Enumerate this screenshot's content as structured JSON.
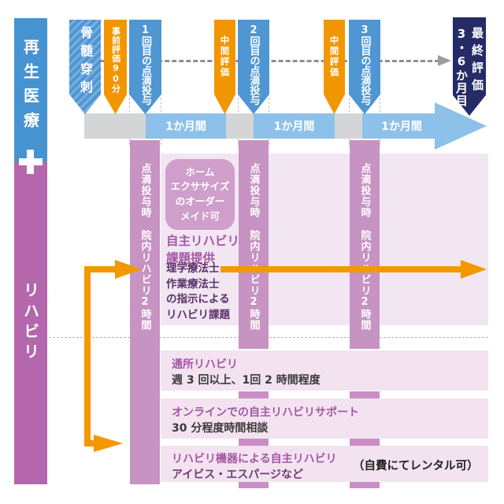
{
  "colors": {
    "banner_blue": "#4f96d3",
    "banner_orange": "#f29600",
    "banner_navy": "#232c66",
    "sidebar_blue": "#4693d1",
    "sidebar_magenta": "#b467ad",
    "timeline_blue": "#8dc1e9",
    "timeline_gray": "#d3d5d7",
    "column_mauve": "#c793c3",
    "panel_pink": "#f2e6f3",
    "accent_orange_arrow": "#f39800",
    "title_purple": "#a457a4",
    "dark_purple": "#5a3168"
  },
  "sidebar": {
    "top_label": "再生医療",
    "bottom_label": "リハビリ"
  },
  "milestones": [
    {
      "name": "bone-marrow-puncture",
      "label": "骨髄穿刺"
    },
    {
      "name": "pre-evaluation",
      "label": "事前評価90分"
    },
    {
      "name": "infusion-1",
      "label": "1回目の点滴投与"
    },
    {
      "name": "interim-evaluation-1",
      "label": "中間評価"
    },
    {
      "name": "infusion-2",
      "label": "2回目の点滴投与"
    },
    {
      "name": "interim-evaluation-2",
      "label": "中間評価"
    },
    {
      "name": "infusion-3",
      "label": "3回目の点滴投与"
    }
  ],
  "final_evaluation": {
    "line1": "最終評価",
    "line2": "3・6か月目"
  },
  "timeline_periods": [
    "1か月間",
    "1か月間",
    "1か月間"
  ],
  "infusion_columns": [
    {
      "line1": "点滴投与時",
      "line2": "院内リハビリ2時間"
    },
    {
      "line1": "点滴投与時",
      "line2": "院内リハビリ2時間"
    },
    {
      "line1": "点滴投与時",
      "line2": "院内リハビリ2時間"
    }
  ],
  "home_exercise_box": {
    "lines": [
      "ホーム",
      "エクササイズ",
      "のオーダー",
      "メイド可"
    ]
  },
  "self_rehab_note": {
    "lines": [
      "自主リハビリ",
      "課題提供"
    ]
  },
  "therapist_note": {
    "lines": [
      "理学療法士",
      "作業療法士",
      "の指示による",
      "リハビリ課題"
    ]
  },
  "rehab_rows": [
    {
      "title": "通所リハビリ",
      "body": "週 3 回以上、1回 2 時間程度"
    },
    {
      "title": "オンラインでの自主リハビリサポート",
      "body": "30 分程度時間相談"
    },
    {
      "title": "リハビリ機器による自主リハビリ",
      "body": "アイビス・エスパージなど",
      "note": "（自費にてレンタル可）"
    }
  ]
}
